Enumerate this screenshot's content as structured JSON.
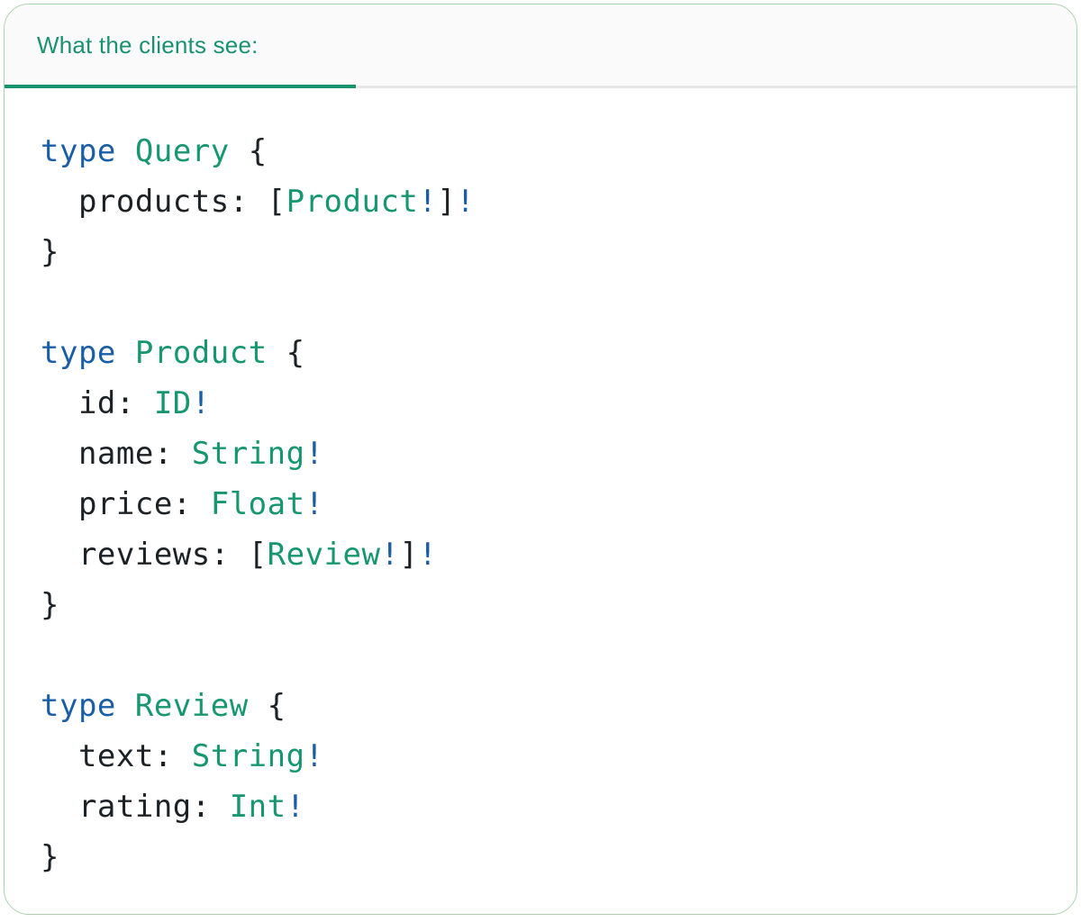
{
  "panel": {
    "tab_label": "What the clients see:"
  },
  "colors": {
    "accent": "#1a9270",
    "keyword": "#1b5ea6",
    "typename": "#17976e",
    "text": "#1c2126",
    "border": "#abd3ae",
    "divider": "#e6e7e6",
    "header_bg": "#fafafa",
    "body_bg": "#ffffff"
  },
  "code": {
    "lines": [
      [
        {
          "c": "kw",
          "t": "type"
        },
        {
          "c": "pl",
          "t": " "
        },
        {
          "c": "ty",
          "t": "Query"
        },
        {
          "c": "pl",
          "t": " {"
        }
      ],
      [
        {
          "c": "pl",
          "t": "  products: ["
        },
        {
          "c": "ty",
          "t": "Product"
        },
        {
          "c": "bang",
          "t": "!"
        },
        {
          "c": "pl",
          "t": "]"
        },
        {
          "c": "bang",
          "t": "!"
        }
      ],
      [
        {
          "c": "pl",
          "t": "}"
        }
      ],
      [],
      [
        {
          "c": "kw",
          "t": "type"
        },
        {
          "c": "pl",
          "t": " "
        },
        {
          "c": "ty",
          "t": "Product"
        },
        {
          "c": "pl",
          "t": " {"
        }
      ],
      [
        {
          "c": "pl",
          "t": "  id: "
        },
        {
          "c": "ty",
          "t": "ID"
        },
        {
          "c": "bang",
          "t": "!"
        }
      ],
      [
        {
          "c": "pl",
          "t": "  name: "
        },
        {
          "c": "ty",
          "t": "String"
        },
        {
          "c": "bang",
          "t": "!"
        }
      ],
      [
        {
          "c": "pl",
          "t": "  price: "
        },
        {
          "c": "ty",
          "t": "Float"
        },
        {
          "c": "bang",
          "t": "!"
        }
      ],
      [
        {
          "c": "pl",
          "t": "  reviews: ["
        },
        {
          "c": "ty",
          "t": "Review"
        },
        {
          "c": "bang",
          "t": "!"
        },
        {
          "c": "pl",
          "t": "]"
        },
        {
          "c": "bang",
          "t": "!"
        }
      ],
      [
        {
          "c": "pl",
          "t": "}"
        }
      ],
      [],
      [
        {
          "c": "kw",
          "t": "type"
        },
        {
          "c": "pl",
          "t": " "
        },
        {
          "c": "ty",
          "t": "Review"
        },
        {
          "c": "pl",
          "t": " {"
        }
      ],
      [
        {
          "c": "pl",
          "t": "  text: "
        },
        {
          "c": "ty",
          "t": "String"
        },
        {
          "c": "bang",
          "t": "!"
        }
      ],
      [
        {
          "c": "pl",
          "t": "  rating: "
        },
        {
          "c": "ty",
          "t": "Int"
        },
        {
          "c": "bang",
          "t": "!"
        }
      ],
      [
        {
          "c": "pl",
          "t": "}"
        }
      ]
    ]
  }
}
